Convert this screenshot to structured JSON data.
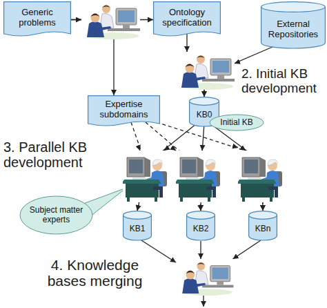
{
  "diagram": {
    "nodes": [
      {
        "text": [
          "Generic problems"
        ]
      },
      {
        "text": [
          "Ontology specification"
        ]
      },
      {
        "text": [
          "External Repositories"
        ]
      },
      {
        "text": [
          "Expertise subdomains"
        ]
      },
      {
        "text": [
          "KB0"
        ]
      },
      {
        "text": [
          "Initial KB"
        ]
      },
      {
        "text": [
          "Subject matter experts"
        ]
      },
      {
        "text": [
          "KB1"
        ]
      },
      {
        "text": [
          "KB2"
        ]
      },
      {
        "text": [
          "KBn"
        ]
      }
    ],
    "edges": [
      {
        "from": 0,
        "to": 1,
        "arrow": "to"
      },
      {
        "from": 0,
        "to": 3,
        "arrow": "to"
      },
      {
        "from": 1,
        "to": 4,
        "arrow": "to"
      },
      {
        "from": 2,
        "to": 4,
        "arrow": "to"
      },
      {
        "from": 3,
        "to": 7,
        "arrow": "to"
      },
      {
        "from": 3,
        "to": 8,
        "arrow": "to"
      },
      {
        "from": 3,
        "to": 9,
        "arrow": "to"
      },
      {
        "from": 4,
        "to": 7,
        "arrow": "to"
      },
      {
        "from": 4,
        "to": 8,
        "arrow": "to"
      },
      {
        "from": 4,
        "to": 9,
        "arrow": "to"
      }
    ],
    "labels": [
      "2. Initial KB development",
      "3. Parallel KB development",
      "4. Knowledge bases merging"
    ]
  }
}
